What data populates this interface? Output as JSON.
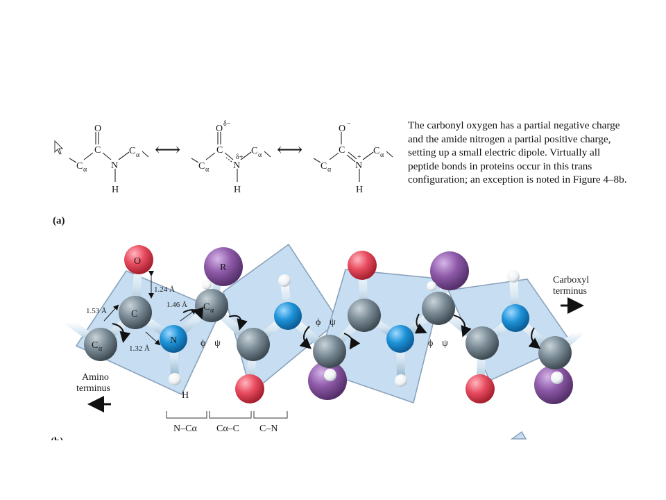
{
  "caption": "The carbonyl oxygen has a partial negative charge and the amide nitrogen a partial positive charge, setting up a small electric dipole. Virtually all peptide bonds in proteins occur in this trans configuration; an exception is noted in Figure 4–8b.",
  "panel_a": {
    "label": "(a)",
    "structure_1": {
      "O": "O",
      "C": "C",
      "N": "N",
      "H": "H",
      "C_alpha": "C",
      "alpha": "α"
    },
    "structure_2": {
      "O": "O",
      "O_charge": "δ−",
      "C": "C",
      "N": "N",
      "N_charge": "δ+",
      "H": "H",
      "C_alpha": "C",
      "alpha": "α"
    },
    "structure_3": {
      "O": "O",
      "O_charge": "−",
      "C": "C",
      "N": "N",
      "N_charge": "+",
      "H": "H",
      "C_alpha": "C",
      "alpha": "α"
    },
    "resonance_arrow": "⟷"
  },
  "panel_b": {
    "label": "(b)",
    "atoms": {
      "O": "O",
      "R": "R",
      "C": "C",
      "N": "N",
      "C_alpha": "C",
      "alpha": "α",
      "H": "H"
    },
    "bond_lengths": {
      "c_o": "1.24 Å",
      "ca_c": "1.53 Å",
      "n_ca": "1.46 Å",
      "c_n": "1.32 Å"
    },
    "angles": {
      "phi": "ϕ",
      "psi": "ψ"
    },
    "amino_terminus": [
      "Amino",
      "terminus"
    ],
    "carboxyl_terminus": [
      "Carboxyl",
      "terminus"
    ],
    "bond_types": [
      "N–Cα",
      "Cα–C",
      "C–N"
    ]
  },
  "colors": {
    "plane": "#c6ddf2",
    "carbon": "#7b8c97",
    "nitrogen": "#1e93d8",
    "oxygen": "#e84c5f",
    "r_group": "#8e5aa9",
    "hydrogen": "#f5f7f8",
    "bond": "#d6e6f2"
  }
}
